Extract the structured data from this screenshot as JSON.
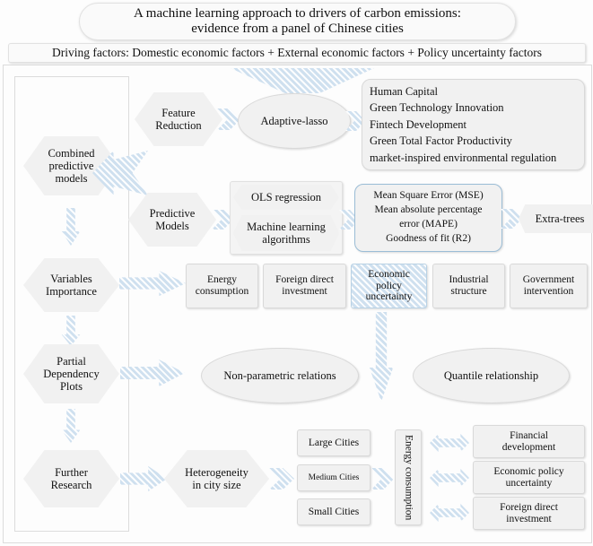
{
  "title": {
    "line1": "A machine learning approach to drivers of carbon emissions:",
    "line2": "evidence from a panel of Chinese cities"
  },
  "banner": {
    "text": "Driving factors: Domestic economic factors + External economic factors + Policy uncertainty factors"
  },
  "stages": [
    {
      "id": "combined-predictive-models",
      "label": "Combined\npredictive\nmodels"
    },
    {
      "id": "variables-importance",
      "label": "Variables\nImportance"
    },
    {
      "id": "partial-dependency-plots",
      "label": "Partial\nDependency\nPlots"
    },
    {
      "id": "further-research",
      "label": "Further\nResearch"
    }
  ],
  "row_feature_reduction": {
    "hex": "Feature\nReduction",
    "method": "Adaptive-lasso",
    "outputs": [
      "Human Capital",
      "Green Technology Innovation",
      "Fintech Development",
      "Green Total Factor Productivity",
      "market-inspired environmental regulation"
    ]
  },
  "row_predictive_models": {
    "hex": "Predictive\nModels",
    "methods": [
      "OLS regression",
      "Machine learning\nalgorithms"
    ],
    "metrics": [
      "Mean Square Error (MSE)",
      "Mean absolute percentage",
      "error (MAPE)",
      "Goodness of fit (R2)"
    ],
    "best_model": "Extra-trees"
  },
  "row_variables_importance": {
    "variables": [
      {
        "label": "Energy\nconsumption",
        "highlighted": false
      },
      {
        "label": "Foreign direct\ninvestment",
        "highlighted": false
      },
      {
        "label": "Economic\npolicy\nuncertainty",
        "highlighted": true
      },
      {
        "label": "Industrial\nstructure",
        "highlighted": false
      },
      {
        "label": "Government\nintervention",
        "highlighted": false
      }
    ]
  },
  "row_partial_dependency": {
    "relations": [
      "Non-parametric relations",
      "Quantile relationship"
    ]
  },
  "row_further_research": {
    "heterogeneity": "Heterogeneity\nin city size",
    "city_sizes": [
      "Large Cities",
      "Medium Cities",
      "Small Cities"
    ],
    "driver": "Energy\nconsumption",
    "outcomes": [
      "Financial\ndevelopment",
      "Economic policy\nuncertainty",
      "Foreign direct\ninvestment"
    ]
  },
  "colors": {
    "accent_blue": "#c8dcec",
    "hatch_blue": "#cfe0ef",
    "node_fill": "#f1f1f1",
    "node_border": "#d9d9d9",
    "metric_border": "#9bbdd6"
  }
}
